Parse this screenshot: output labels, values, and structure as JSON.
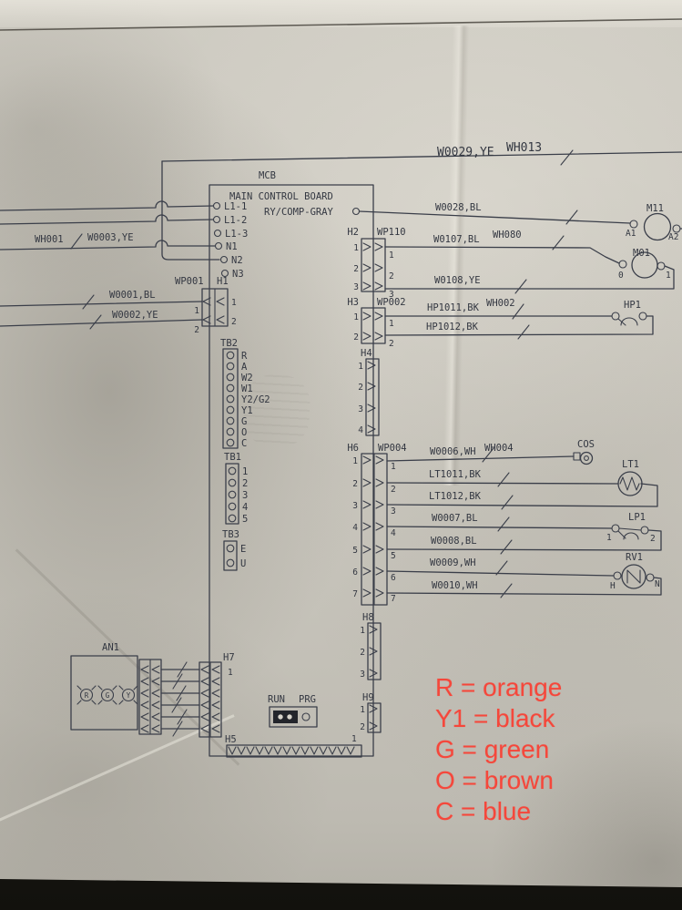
{
  "colors": {
    "ink": "#3a3e49",
    "paper": "#c9c6bd",
    "legend_red": "#f5473b"
  },
  "header": {
    "top_wire": "W0029,YE",
    "top_harness": "WH013"
  },
  "mcb": {
    "tag": "MCB",
    "title": "MAIN CONTROL BOARD",
    "relay_label": "RY/COMP-GRAY",
    "power_pins": [
      "L1-1",
      "L1-2",
      "L1-3",
      "N1",
      "N2",
      "N3"
    ]
  },
  "left_wires": {
    "w1": "W0001,BL",
    "w2": "W0002,YE",
    "harness": "WH001",
    "w3": "W0003,YE"
  },
  "connectors": {
    "h1": {
      "plug": "WP001",
      "board": "H1",
      "p1": "1",
      "p2": "2"
    },
    "h2": {
      "board": "H2",
      "plug": "WP110",
      "p1": "1",
      "p2": "2",
      "p3": "3"
    },
    "h3": {
      "board": "H3",
      "plug": "WP002",
      "p1": "1",
      "p2": "2"
    },
    "h4": {
      "board": "H4",
      "p1": "1",
      "p2": "2",
      "p3": "3",
      "p4": "4"
    },
    "h5": {
      "board": "H5",
      "p1": "1"
    },
    "h6": {
      "board": "H6",
      "plug": "WP004",
      "p1": "1",
      "p2": "2",
      "p3": "3",
      "p4": "4",
      "p5": "5",
      "p6": "6",
      "p7": "7"
    },
    "h7": {
      "board": "H7",
      "p1": "1"
    },
    "h8": {
      "board": "H8",
      "p1": "1",
      "p2": "2",
      "p3": "3"
    },
    "h9": {
      "board": "H9",
      "p1": "1",
      "p2": "2"
    },
    "tb1": {
      "name": "TB1",
      "pins": [
        "1",
        "2",
        "3",
        "4",
        "5"
      ]
    },
    "tb2": {
      "name": "TB2",
      "pins": [
        "R",
        "A",
        "W2",
        "W1",
        "Y2/G2",
        "Y1",
        "G",
        "O",
        "C"
      ]
    },
    "tb3": {
      "name": "TB3",
      "pins": [
        "E",
        "U"
      ]
    }
  },
  "wires": {
    "w0028": "W0028,BL",
    "w0107": "W0107,BL",
    "wh080": "WH080",
    "w0108": "W0108,YE",
    "hp1011": "HP1011,BK",
    "wh002": "WH002",
    "hp1012": "HP1012,BK",
    "w0006": "W0006,WH",
    "wh004": "WH004",
    "lt1011": "LT1011,BK",
    "lt1012": "LT1012,BK",
    "w0007": "W0007,BL",
    "w0008": "W0008,BL",
    "w0009": "W0009,WH",
    "w0010": "W0010,WH"
  },
  "components": {
    "m11": {
      "name": "M11",
      "t1": "A1",
      "t2": "A2"
    },
    "m01": {
      "name": "M01",
      "t1": "0",
      "t2": "1"
    },
    "hp1": {
      "name": "HP1"
    },
    "cos": {
      "name": "COS"
    },
    "lt1": {
      "name": "LT1"
    },
    "lp1": {
      "name": "LP1",
      "t1": "1",
      "t2": "2"
    },
    "rv1": {
      "name": "RV1",
      "t1": "H",
      "t2": "N"
    },
    "an1": {
      "name": "AN1",
      "lamps": [
        "R",
        "G",
        "Y"
      ]
    }
  },
  "jumper": {
    "run": "RUN",
    "prg": "PRG"
  },
  "legend": {
    "r": "R = orange",
    "y1": "Y1 = black",
    "g": "G = green",
    "o": "O = brown",
    "c": "C = blue"
  }
}
